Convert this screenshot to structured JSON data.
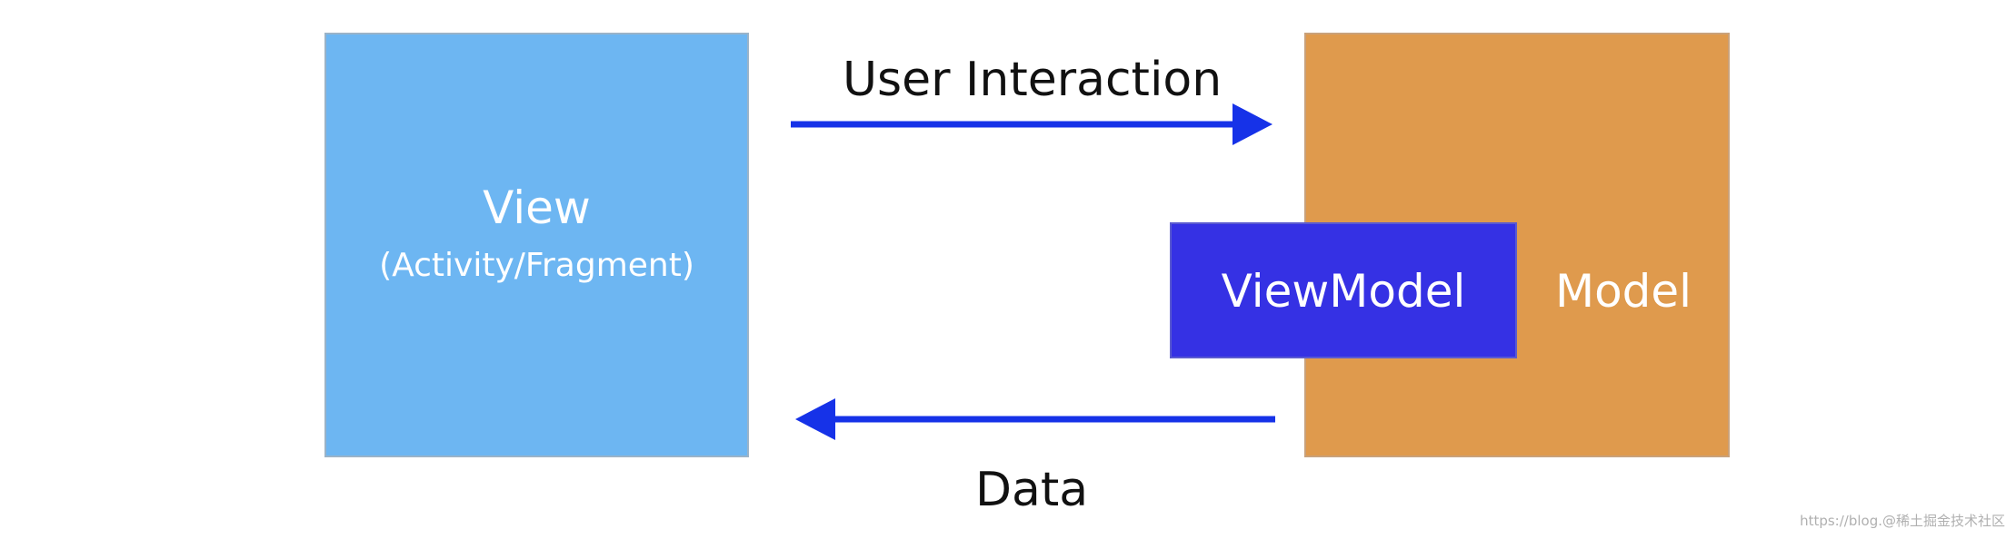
{
  "diagram": {
    "view": {
      "title": "View",
      "subtitle": "(Activity/Fragment)"
    },
    "viewmodel": {
      "label": "ViewModel"
    },
    "model": {
      "label": "Model"
    },
    "edges": {
      "user_interaction": "User Interaction",
      "data": "Data"
    },
    "watermark": "https://blog.@稀土掘金技术社区"
  },
  "colors": {
    "view_fill": "#6db6f2",
    "model_fill": "#df9a4d",
    "viewmodel_fill": "#3531e4",
    "arrow": "#1632e8"
  }
}
